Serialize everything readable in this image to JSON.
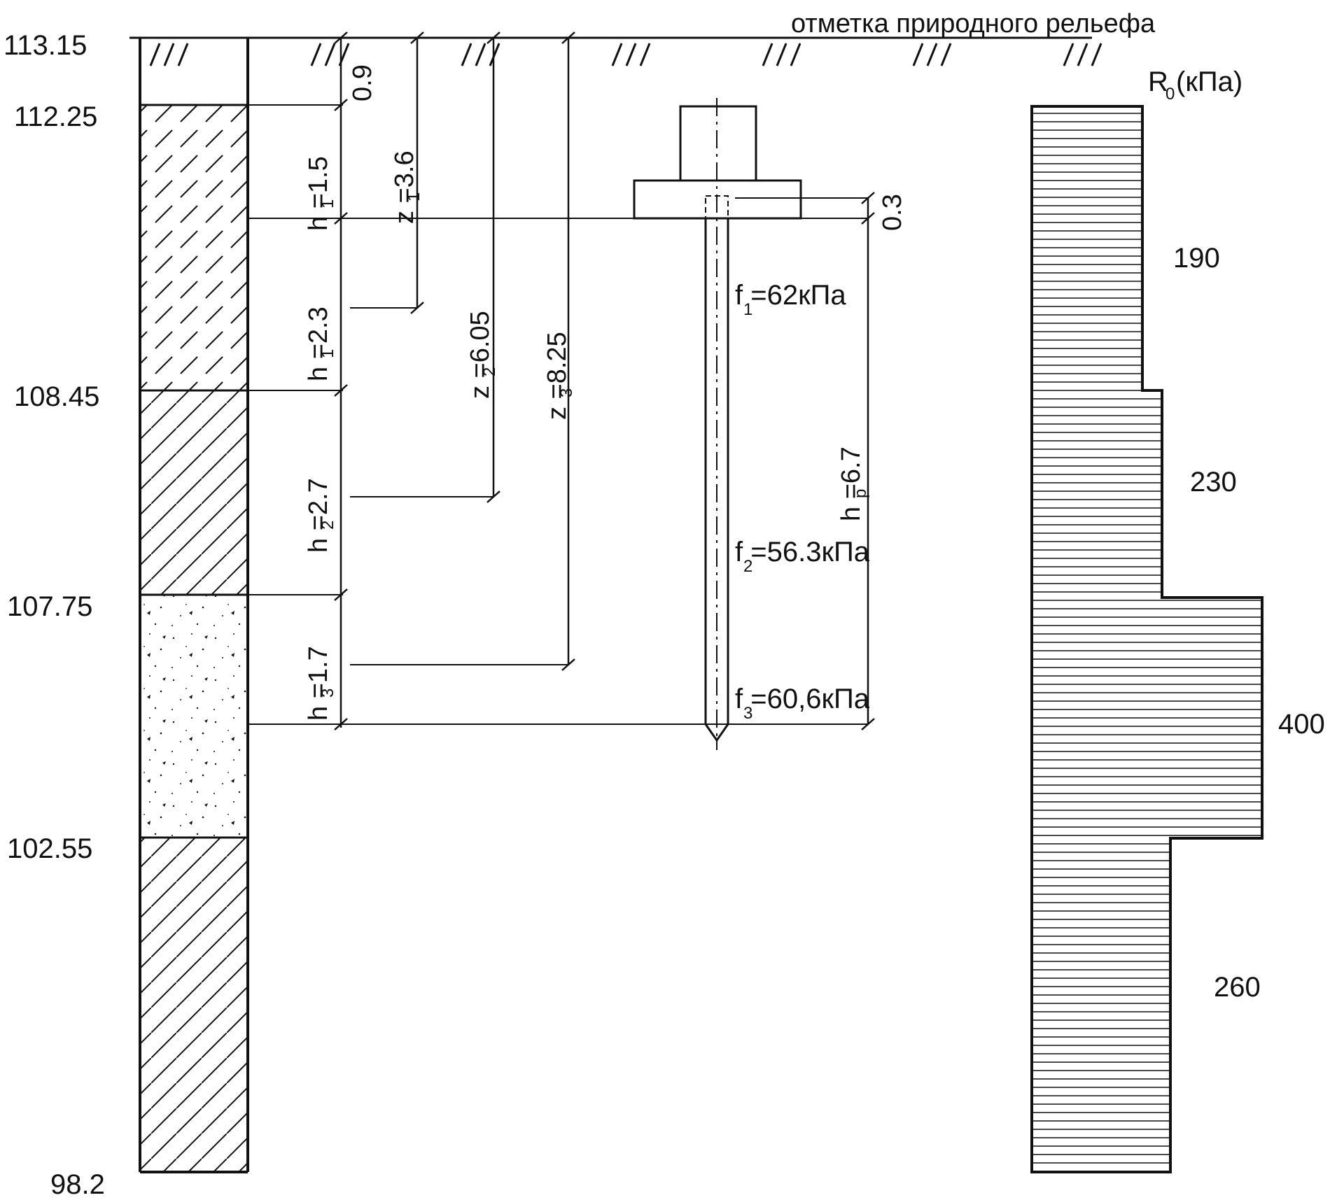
{
  "ground_label": "отметка природного рельефа",
  "elevations": [
    "113.15",
    "112.25",
    "108.45",
    "107.75",
    "102.55",
    "98.2"
  ],
  "dimensions": {
    "top_offset": "0.9",
    "h1a": "h =1.5",
    "h1a_sub": "1",
    "h1b": "h =2.3",
    "h1b_sub": "1",
    "h2": "h =2.7",
    "h2_sub": "2",
    "h3": "h =1.7",
    "h3_sub": "3",
    "z1": "z =3.6",
    "z1_sub": "1",
    "z2": "z =6.05",
    "z2_sub": "2",
    "z3": "z =8.25",
    "z3_sub": "3",
    "cap_offset": "0.3",
    "hp": "h =6.7",
    "hp_sub": "p"
  },
  "friction": {
    "f1": "f =62кПа",
    "f1_sub": "1",
    "f2": "f =56.3кПа",
    "f2_sub": "2",
    "f3": "f =60,6кПа",
    "f3_sub": "3"
  },
  "resistance": {
    "title": "R (кПа)",
    "title_sub": "0",
    "values": [
      "190",
      "230",
      "400",
      "260"
    ]
  }
}
